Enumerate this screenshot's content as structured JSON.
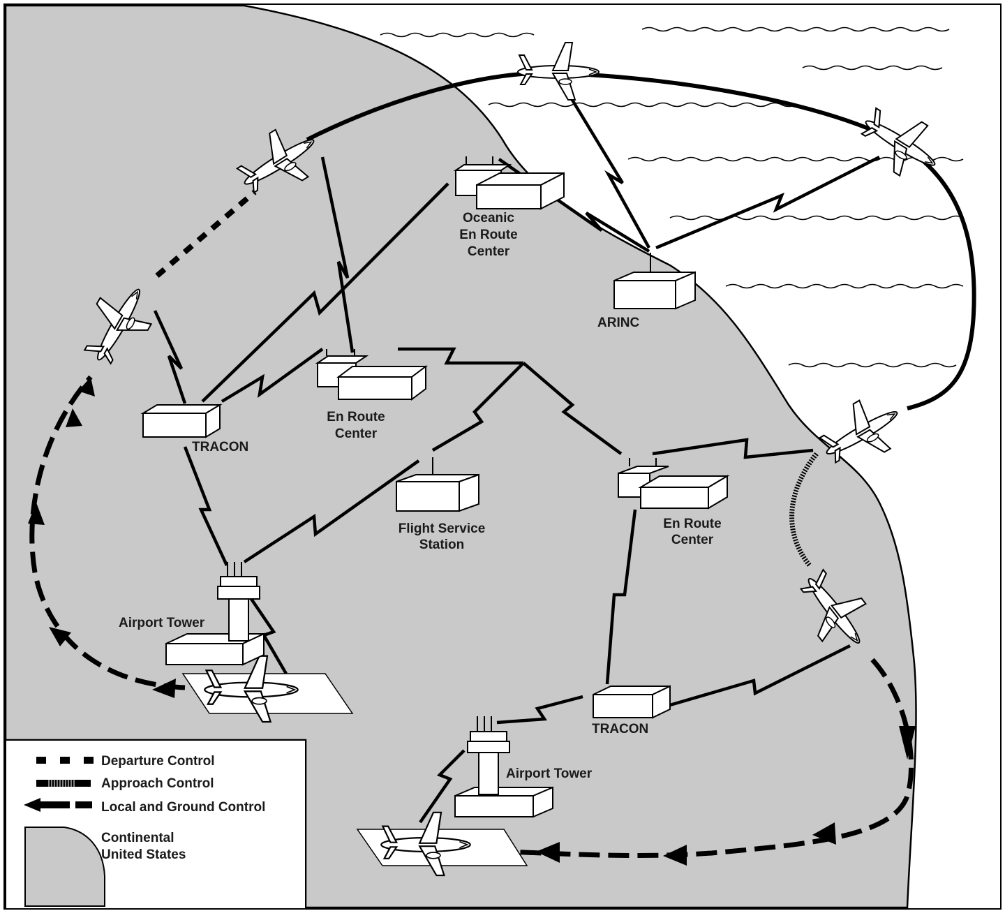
{
  "labels": {
    "oceanic": [
      "Oceanic",
      "En Route",
      "Center"
    ],
    "arinc": "ARINC",
    "tracon_west": "TRACON",
    "enroute_west": [
      "En Route",
      "Center"
    ],
    "flight_service": [
      "Flight Service",
      "Station"
    ],
    "enroute_east": [
      "En Route",
      "Center"
    ],
    "airport_tower_west": "Airport Tower",
    "tracon_east": "TRACON",
    "airport_tower_east": "Airport Tower"
  },
  "legend": {
    "departure": "Departure Control",
    "approach": "Approach Control",
    "local_ground": "Local and Ground Control",
    "continental": [
      "Continental",
      "United States"
    ]
  },
  "colors": {
    "land": "#c9c9c9",
    "ocean": "#ffffff",
    "ink": "#000000"
  },
  "icons": [
    "airplane-icon",
    "control-tower-icon",
    "facility-building-icon",
    "radio-antenna-icon",
    "lightning-link-icon",
    "ocean-wave-icon"
  ]
}
